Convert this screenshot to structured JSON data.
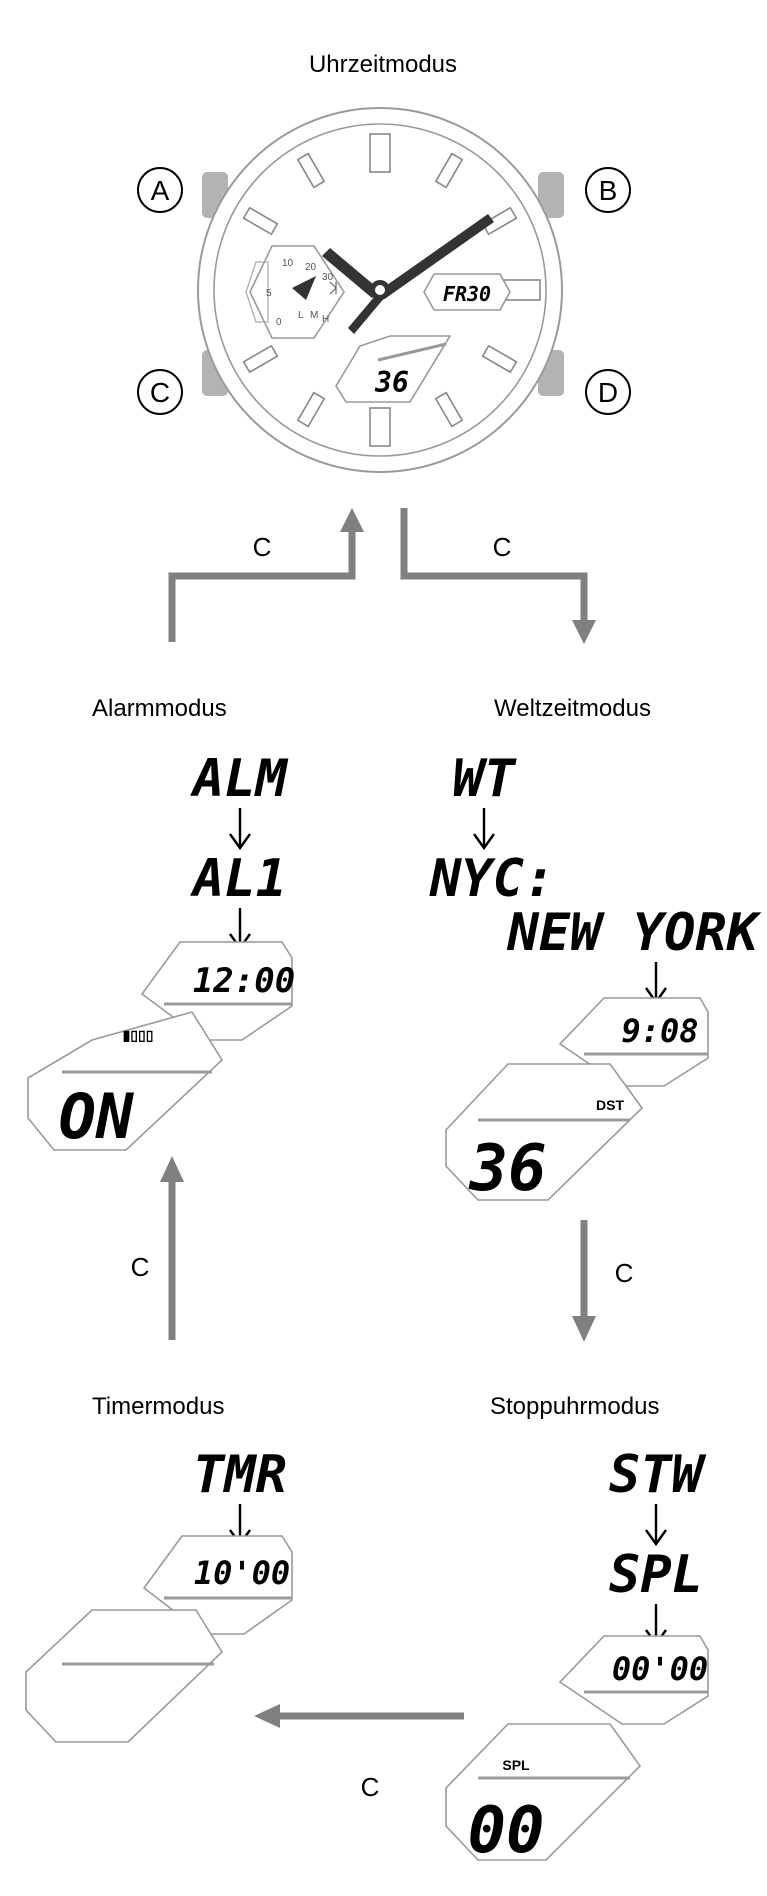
{
  "diagram": {
    "title": "Uhrzeitmodus",
    "buttons": {
      "a": "A",
      "b": "B",
      "c": "C",
      "d": "D"
    },
    "watch": {
      "day_display": "FR30",
      "seconds_display": "36",
      "dial_numbers": [
        "10",
        "20",
        "30",
        "5",
        "0"
      ],
      "dial_letters": [
        "L",
        "M",
        "H"
      ]
    },
    "transitions": {
      "label": "C"
    },
    "modes": {
      "alarm": {
        "title": "Alarmmodus",
        "code1": "ALM",
        "code2": "AL1",
        "time": "12:00",
        "indicator": "▮▯▯▯",
        "status": "ON"
      },
      "world_time": {
        "title": "Weltzeitmodus",
        "code1": "WT",
        "city_code": "NYC:",
        "city_name": "NEW YORK",
        "time": "9:08",
        "dst_label": "DST",
        "seconds": "36"
      },
      "timer": {
        "title": "Timermodus",
        "code1": "TMR",
        "time": "10'00"
      },
      "stopwatch": {
        "title": "Stoppuhrmodus",
        "code1": "STW",
        "code2": "SPL",
        "time": "00'00",
        "spl_label": "SPL",
        "seconds": "00"
      }
    }
  }
}
